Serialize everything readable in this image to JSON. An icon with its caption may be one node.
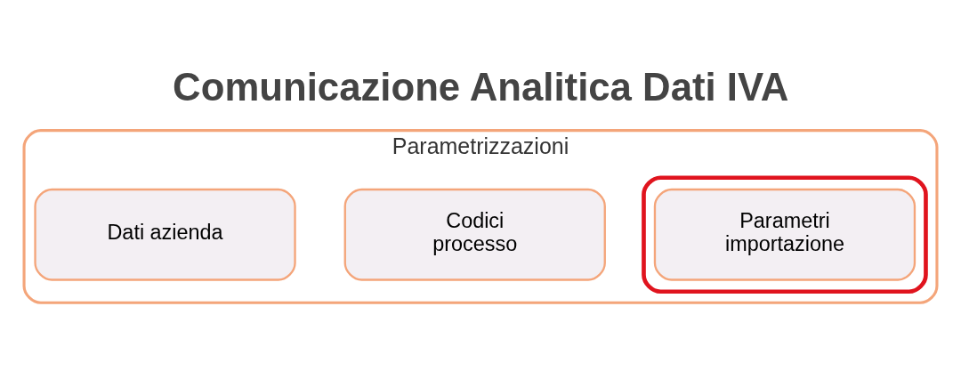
{
  "diagram": {
    "title": "Comunicazione Analitica Dati IVA",
    "nodes": [
      {
        "text": [
          "Parametrizzazioni"
        ]
      },
      {
        "text": [
          "Dati azienda"
        ],
        "in": 0
      },
      {
        "text": [
          "Codici processo"
        ],
        "in": 0
      },
      {
        "text": [],
        "shape": "box",
        "in": 0
      },
      {
        "text": [
          "Parametri importazione"
        ],
        "in": 3
      }
    ]
  }
}
